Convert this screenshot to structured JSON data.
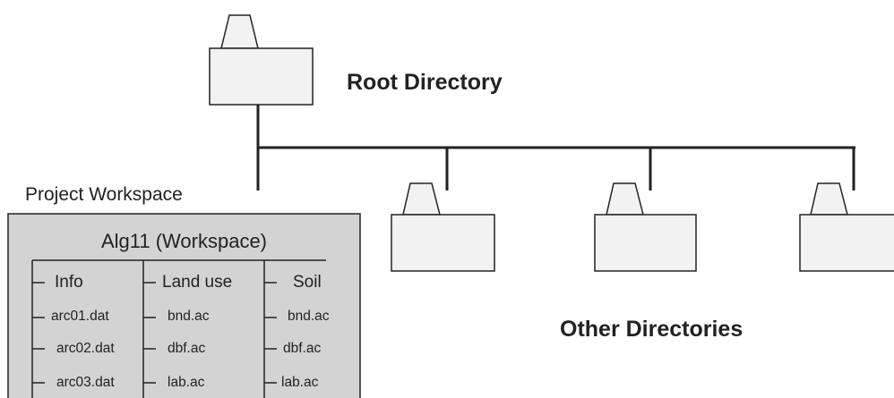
{
  "root_label": "Root Directory",
  "other_label": "Other Directories",
  "project_label": "Project Workspace",
  "workspace": {
    "title": "Alg11 (Workspace)",
    "columns": [
      {
        "header": "Info",
        "files": [
          "arc01.dat",
          "arc02.dat",
          "arc03.dat"
        ]
      },
      {
        "header": "Land use",
        "files": [
          "bnd.ac",
          "dbf.ac",
          "lab.ac"
        ]
      },
      {
        "header": "Soil",
        "files": [
          "bnd.ac",
          "dbf.ac",
          "lab.ac"
        ]
      }
    ]
  },
  "colors": {
    "line": "#222222",
    "box_fill": "#f2f2f2",
    "workspace_fill": "#d3d3d3"
  }
}
